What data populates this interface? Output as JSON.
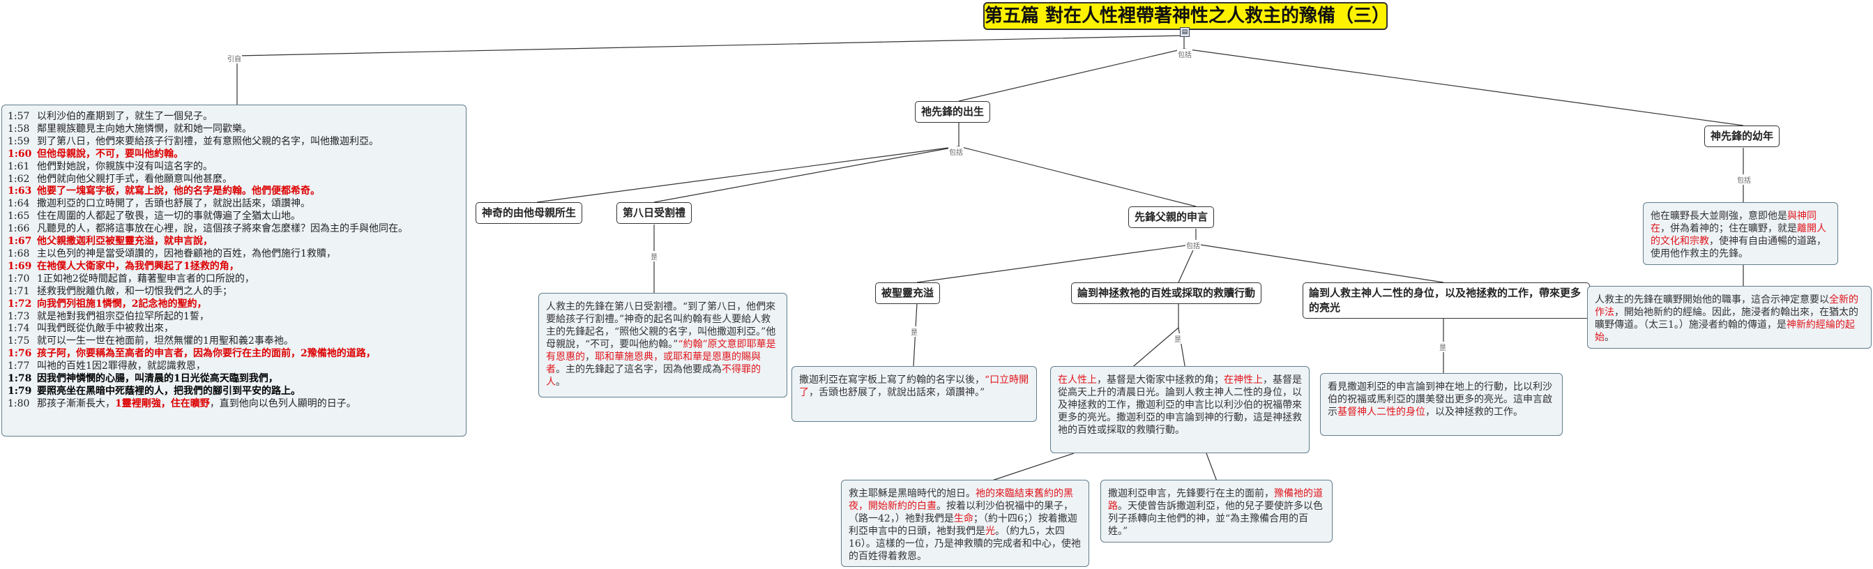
{
  "title": "第五篇 對在人性裡帶著神性之人救主的豫備（三）",
  "colors": {
    "title_bg": "#fff200",
    "note_bg": "#eef3f6",
    "highlight": "#e0151b"
  },
  "labels": {
    "cite": "引自",
    "contains": "包括"
  },
  "topics": {
    "birth": "祂先鋒的出生",
    "youth": "神先鋒的幼年",
    "miracle": "神奇的由他母親所生",
    "circumcision": "第八日受割禮",
    "prophecy": "先鋒父親的申言",
    "spirit": "被聖靈充溢",
    "mercy": "論到神拯救祂的百姓或採取的救贖行動",
    "dual": "論到人救主神人二性的身位，以及祂拯救的工作，帶來更多的亮光"
  },
  "verses": [
    {
      "ref": "1:57",
      "text": "以利沙伯的產期到了，就生了一個兒子。",
      "style": ""
    },
    {
      "ref": "1:58",
      "text": "鄰里親族聽見主向她大施憐憫，就和她一同歡樂。",
      "style": ""
    },
    {
      "ref": "1:59",
      "text": "到了第八日，他們來要給孩子行割禮，並有意照他父親的名字，叫他撒迦利亞。",
      "style": ""
    },
    {
      "ref": "1:60",
      "text": "但他母親說，不可，要叫他約翰。",
      "style": "r"
    },
    {
      "ref": "1:61",
      "text": "他們對她說，你親族中沒有叫這名字的。",
      "style": ""
    },
    {
      "ref": "1:62",
      "text": "他們就向他父親打手式，看他願意叫他甚麼。",
      "style": ""
    },
    {
      "ref": "1:63",
      "text": "他要了一塊寫字板，就寫上說，他的名字是約翰。他們便都希奇。",
      "style": "r"
    },
    {
      "ref": "1:64",
      "text": "撒迦利亞的口立時開了，舌頭也舒展了，就說出話來，頌讚神。",
      "style": ""
    },
    {
      "ref": "1:65",
      "text": "住在周圍的人都起了敬畏，這一切的事就傳遍了全猶太山地。",
      "style": ""
    },
    {
      "ref": "1:66",
      "text": "凡聽見的人，都將這事放在心裡，說，這個孩子將來會怎麼樣？因為主的手與他同在。",
      "style": ""
    },
    {
      "ref": "1:67",
      "text": "他父親撒迦利亞被聖靈充溢，就申言說，",
      "style": "r"
    },
    {
      "ref": "1:68",
      "text": "主以色列的神是當受頌讚的，因祂眷顧祂的百姓，為他們施行1救贖，",
      "style": ""
    },
    {
      "ref": "1:69",
      "text": "在祂僕人大衛家中，為我們興起了1拯救的角，",
      "style": "r"
    },
    {
      "ref": "1:70",
      "text": "1正如祂2從時間起首，藉著聖申言者的口所說的，",
      "style": ""
    },
    {
      "ref": "1:71",
      "text": "拯救我們脫離仇敵，和一切恨我們之人的手；",
      "style": ""
    },
    {
      "ref": "1:72",
      "text": "向我們列祖施1憐憫，2記念祂的聖約，",
      "style": "r"
    },
    {
      "ref": "1:73",
      "text": "就是祂對我們祖宗亞伯拉罕所起的1誓，",
      "style": ""
    },
    {
      "ref": "1:74",
      "text": "叫我們既從仇敵手中被救出來，",
      "style": ""
    },
    {
      "ref": "1:75",
      "text": "就可以一生一世在祂面前，坦然無懼的1用聖和義2事奉祂。",
      "style": ""
    },
    {
      "ref": "1:76",
      "text": "孩子阿，你要稱為至高者的申言者，因為你要行在主的面前，2豫備祂的道路，",
      "style": "r"
    },
    {
      "ref": "1:77",
      "text": "叫祂的百姓1因2罪得赦，就認識救恩，",
      "style": ""
    },
    {
      "ref": "1:78",
      "text": "因我們神憐憫的心腸，叫清晨的1日光從高天臨到我們，",
      "style": "b"
    },
    {
      "ref": "1:79",
      "text": "要照亮坐在黑暗中死蔭裡的人，把我們的腳引到平安的路上。",
      "style": "b"
    },
    {
      "ref": "1:80",
      "text": "那孩子漸漸長大，1靈裡剛強，住在曠野，直到他向以色列人顯明的日子。",
      "style": "mix"
    }
  ],
  "v80": {
    "a": "那孩子漸漸長大，",
    "b": "1靈裡剛強，住在曠野",
    "c": "，直到他向以色列人顯明的日子。"
  },
  "notes": {
    "circ": [
      "人救主的先鋒在第八日受割禮。“到了第八日，他們來要給孩子行割禮。”神奇的起名叫約翰有些人要給人救主的先鋒起名，“照他父親的名字，叫他撒迦利亞。”他母親說，“不可，要叫他約翰。”",
      "“約翰”原文意即耶華是有恩惠的",
      "，",
      "耶和華施恩典，或耶和華是恩惠的賜與者",
      "。主的先鋒起了這名字，因為他要成為",
      "不得罪的人",
      "。"
    ],
    "spirit": [
      "撒迦利亞在寫字板上寫了約翰的名字以後，",
      "“口立時開了",
      "，舌頭也舒展了，就說出話來，頌讚神。”"
    ],
    "mercy": [
      "在人性上",
      "，基督是大衛家中拯救的角；",
      "在神性上",
      "，基督是從高天上升的清晨日光。論到人救主神人二性的身位，以及神拯救的工作，撒迦利亞的申言比以利沙伯的祝福帶來更多的亮光。撒迦利亞的申言論到神的行動，這是神拯救祂的百姓或採取的救贖行動。"
    ],
    "savior": [
      "救主耶穌是黑暗時代的旭日。",
      "祂的來臨結束舊約的黑夜，開始新約的白晝",
      "。按着以利沙伯祝福中的果子，（路一42，）祂對我們是",
      "生命",
      "；（約十四6；）按着撒迦利亞申言中的日頭，祂對我們是",
      "光",
      "。（約九5，太四16）。這樣的一位，乃是神救贖的完成者和中心，使祂的百姓得着救恩。"
    ],
    "prep": [
      "撒迦利亞申言，先鋒要行在主的面前，",
      "豫備祂的道路",
      "。天使曾告訴撒迦利亞，他的兒子要使許多以色列子孫轉向主他們的神，並“為主豫備合用的百姓。”"
    ],
    "dual": [
      "看見撒迦利亞的申言論到神在地上的行動，比以利沙伯的祝福或馬利亞的讚美發出更多的亮光。這申言啟示",
      "基督神人二性的身位",
      "，以及神拯救的工作。"
    ],
    "youth1": [
      "他在曠野長大並剛強，意即他是",
      "與神同在",
      "，併為着神的；住在曠野，就是",
      "離開人的文化和宗教",
      "，使神有自由通暢的道路，使用他作救主的先鋒。"
    ],
    "youth2": [
      "人救主的先鋒在曠野開始他的職事，這合示神定意要以",
      "全新的作法",
      "，開始祂新約的經綸。因此，施浸者約翰出來，在猶太的曠野傳道。（太三1。）施浸者約翰的傳道，是",
      "神新約經綸的起始",
      "。"
    ]
  }
}
